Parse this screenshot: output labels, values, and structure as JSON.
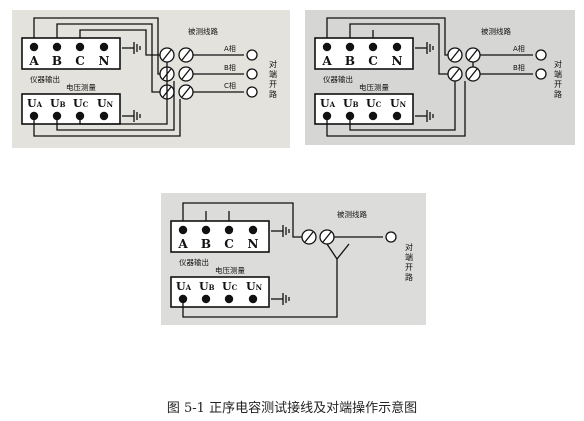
{
  "caption": "图 5-1 正序电容测试接线及对端操作示意图",
  "diagrams": [
    {
      "output_label": "仪器输出",
      "measure_label": "电压测量",
      "line_label": "被测线路",
      "far_end_label": "对端开路",
      "output_terminals": [
        "A",
        "B",
        "C",
        "N"
      ],
      "measure_terminals": [
        {
          "main": "U",
          "sub": "A"
        },
        {
          "main": "U",
          "sub": "B"
        },
        {
          "main": "U",
          "sub": "C"
        },
        {
          "main": "U",
          "sub": "N"
        }
      ],
      "phases": [
        "A相",
        "B相",
        "C相"
      ]
    },
    {
      "output_label": "仪器输出",
      "measure_label": "电压测量",
      "line_label": "被测线路",
      "far_end_label": "对端开路",
      "output_terminals": [
        "A",
        "B",
        "C",
        "N"
      ],
      "measure_terminals": [
        {
          "main": "U",
          "sub": "A"
        },
        {
          "main": "U",
          "sub": "B"
        },
        {
          "main": "U",
          "sub": "C"
        },
        {
          "main": "U",
          "sub": "N"
        }
      ],
      "phases": [
        "A相",
        "B相"
      ]
    },
    {
      "output_label": "仪器输出",
      "measure_label": "电压测量",
      "line_label": "被测线路",
      "far_end_label": "对端开路",
      "output_terminals": [
        "A",
        "B",
        "C",
        "N"
      ],
      "measure_terminals": [
        {
          "main": "U",
          "sub": "A"
        },
        {
          "main": "U",
          "sub": "B"
        },
        {
          "main": "U",
          "sub": "C"
        },
        {
          "main": "U",
          "sub": "N"
        }
      ],
      "phases": []
    }
  ],
  "colors": {
    "panel_1": "#e3e2dc",
    "panel_2": "#d6d6d4",
    "panel_3": "#dcdcda",
    "line": "#111111",
    "terminal_box": "#ffffff"
  }
}
